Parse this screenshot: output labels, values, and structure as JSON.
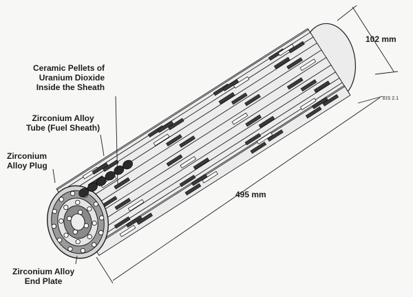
{
  "labels": {
    "pellets": [
      "Ceramic Pellets of",
      "Uranium Dioxide",
      "Inside the Sheath"
    ],
    "tube": [
      "Zirconium Alloy",
      "Tube (Fuel Sheath)"
    ],
    "plug": [
      "Zirconium",
      "Alloy Plug"
    ],
    "end_plate": [
      "Zirconium Alloy",
      "End Plate"
    ],
    "diameter": "102 mm",
    "length": "495 mm",
    "figure_code": "EIS 2.1"
  },
  "colors": {
    "line": "#1c1c1c",
    "tube_fill": "#ececec",
    "pellet_fill": "#2a2a2a",
    "spacer_fill": "#3a3a3a",
    "background": "#f7f7f5"
  }
}
